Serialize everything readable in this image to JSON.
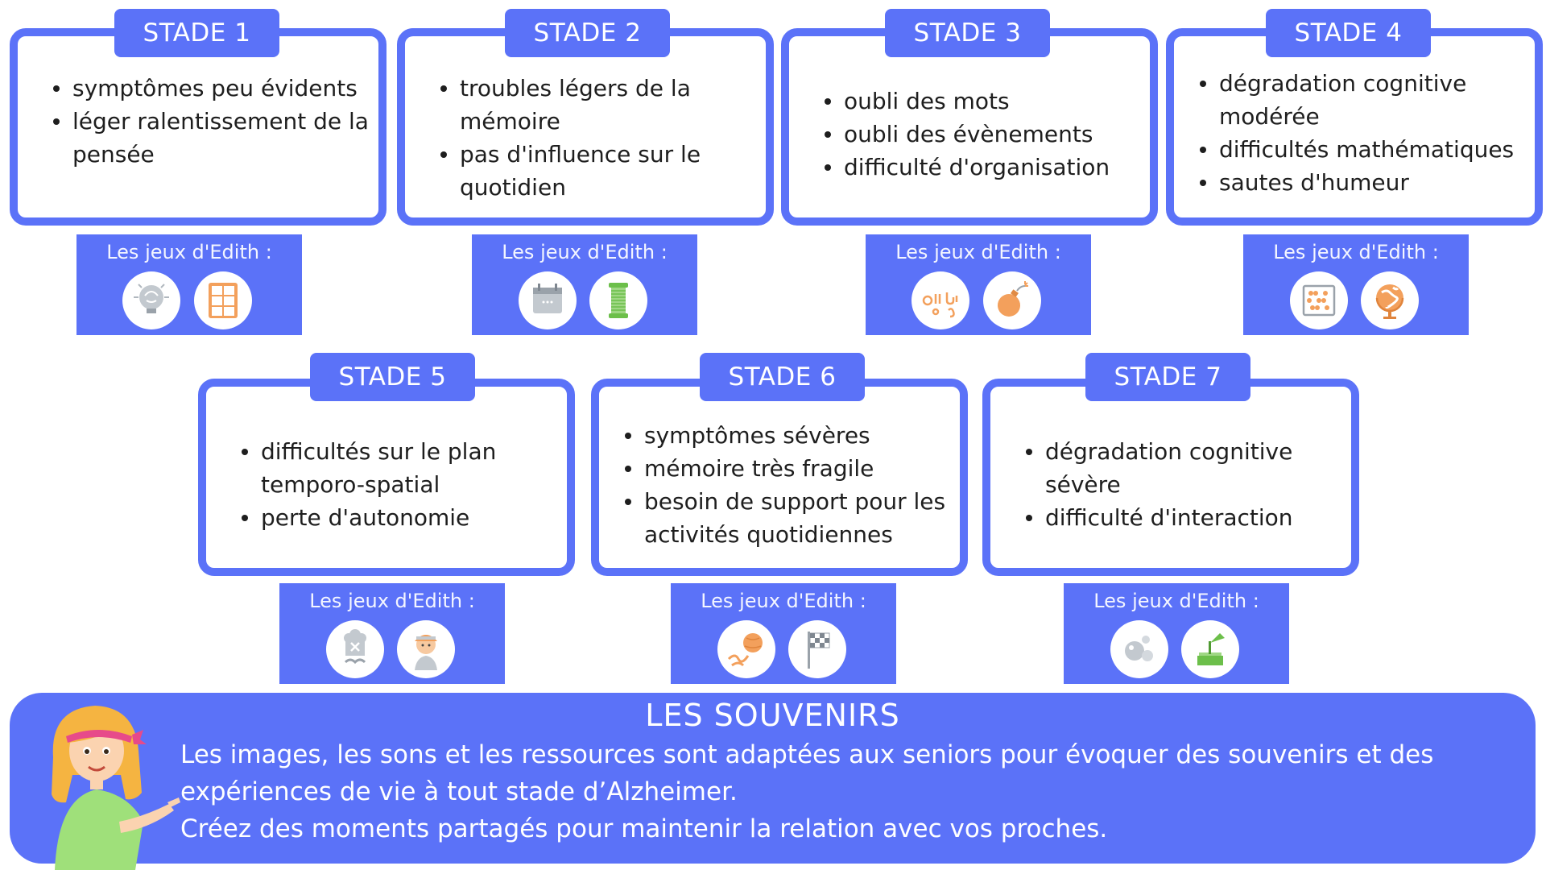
{
  "games_label": "Les jeux d'Edith :",
  "stages": [
    {
      "title": "STADE 1",
      "bullets": [
        "symptômes peu évidents",
        "léger ralentissement de la pensée"
      ],
      "icons": [
        "brain-lightbulb-icon",
        "sudoku-grid-icon"
      ]
    },
    {
      "title": "STADE 2",
      "bullets": [
        "troubles légers de la mémoire",
        "pas d'influence sur le quotidien"
      ],
      "icons": [
        "calendar-icon",
        "spool-icon"
      ]
    },
    {
      "title": "STADE 3",
      "bullets": [
        "oubli des mots",
        "oubli des évènements",
        "difficulté d'organisation"
      ],
      "icons": [
        "syllables-icon",
        "bomb-icon"
      ]
    },
    {
      "title": "STADE 4",
      "bullets": [
        "dégradation cognitive modérée",
        "difficultés mathématiques",
        "sautes d'humeur"
      ],
      "icons": [
        "abacus-icon",
        "globe-icon"
      ]
    },
    {
      "title": "STADE 5",
      "bullets": [
        "difficultés sur le plan temporo-spatial",
        "perte d'autonomie"
      ],
      "icons": [
        "chef-hat-icon",
        "character-icon"
      ]
    },
    {
      "title": "STADE 6",
      "bullets": [
        "symptômes sévères",
        "mémoire très fragile",
        "besoin de support pour les activités quotidiennes"
      ],
      "icons": [
        "ball-throw-icon",
        "checkered-flag-icon"
      ]
    },
    {
      "title": "STADE 7",
      "bullets": [
        "dégradation cognitive sévère",
        "difficulté d'interaction"
      ],
      "icons": [
        "bubbles-icon",
        "gramophone-icon"
      ]
    }
  ],
  "souvenirs": {
    "title": "LES SOUVENIRS",
    "line1": "Les images, les sons et les ressources sont adaptées aux seniors pour évoquer des souvenirs et des expériences de vie à tout stade d’Alzheimer.",
    "line2": "Créez des moments partagés pour maintenir la relation avec vos proches."
  },
  "colors": {
    "accent": "#5b72f8",
    "text": "#1e1e1e",
    "icon_orange": "#f3a05c",
    "icon_green": "#6cbf4a",
    "icon_grey": "#b9c0c7"
  }
}
